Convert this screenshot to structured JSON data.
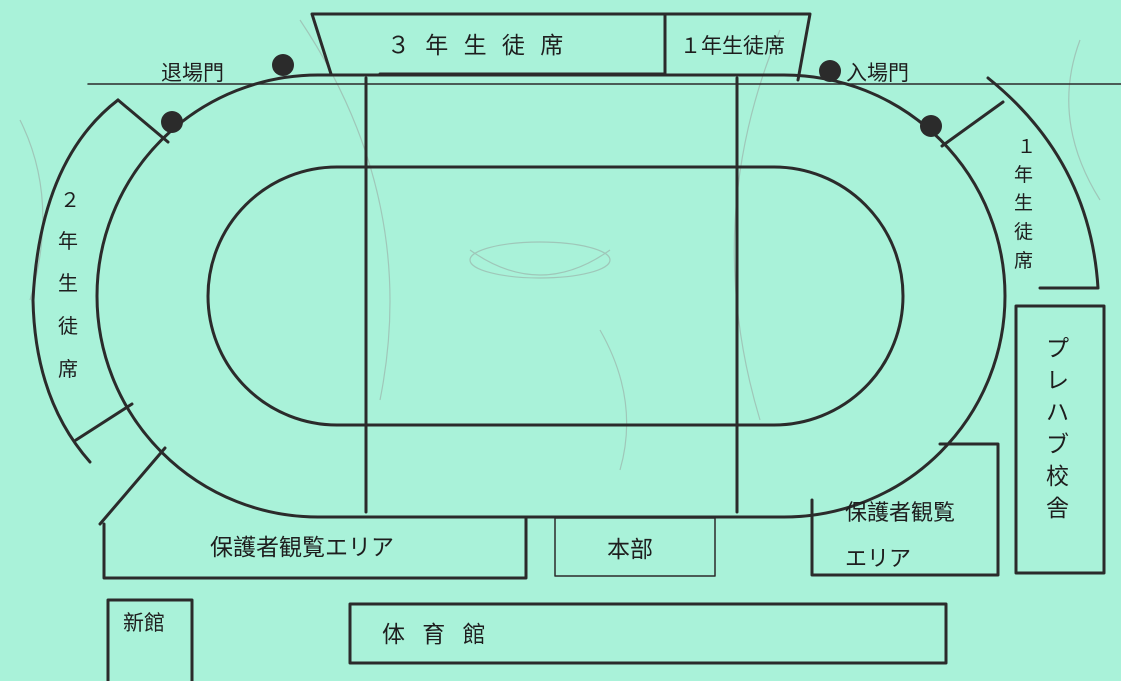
{
  "map": {
    "labels": {
      "third_year_seats": "３ 年 生 徒 席",
      "first_year_seats_top": "１年生徒席",
      "exit_gate": "退場門",
      "entrance_gate": "入場門",
      "second_year_seats": [
        "２",
        "年",
        "生",
        "徒",
        "席"
      ],
      "first_year_seats_right": [
        "１",
        "年",
        "生",
        "徒",
        "席"
      ],
      "prefab_building": [
        "プ",
        "レ",
        "ハ",
        "ブ",
        "校",
        "舎"
      ],
      "guardian_area_left": "保護者観覧エリア",
      "headquarters": "本部",
      "guardian_area_right_line1": "保護者観覧",
      "guardian_area_right_line2": "エリア",
      "new_building": "新館",
      "gymnasium": "体 育 館"
    },
    "colors": {
      "background": "#a9f2d9",
      "line": "#2b2b2b",
      "gate_marker": "#2b2b2b"
    }
  }
}
